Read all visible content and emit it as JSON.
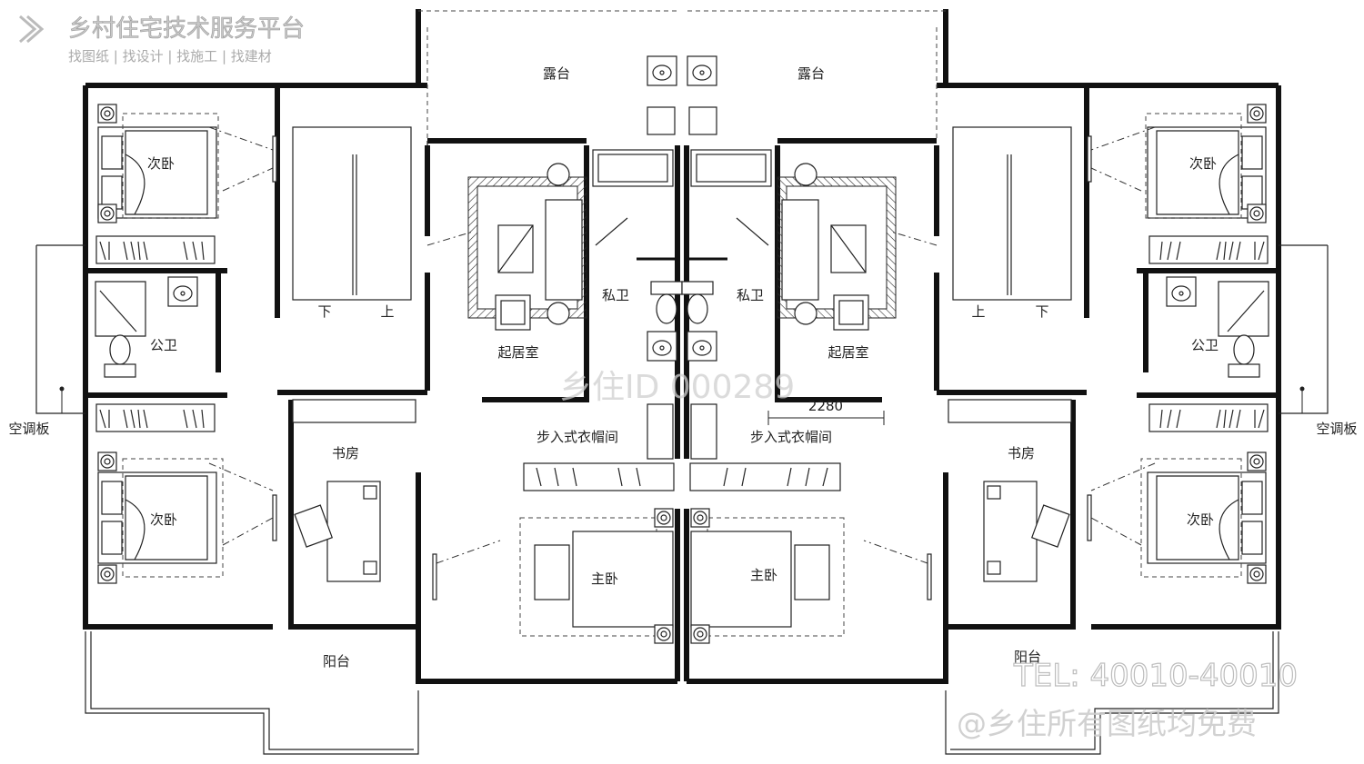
{
  "brand": {
    "title": "乡村住宅技术服务平台",
    "tagline": "找图纸 | 找设计 | 找施工 | 找建材"
  },
  "watermark": {
    "id_text": "乡住ID 000289",
    "phone": "TEL: 40010-40010",
    "free_notice": "@乡住所有图纸均免费"
  },
  "dimension": {
    "value": "2280"
  },
  "rooms": {
    "left": {
      "bedroom_upper": "次卧",
      "bedroom_lower": "次卧",
      "public_bath": "公卫",
      "study": "书房",
      "balcony": "阳台",
      "terrace": "露台",
      "living": "起居室",
      "private_bath": "私卫",
      "walk_in_closet": "步入式衣帽间",
      "master": "主卧",
      "stair_down": "下",
      "stair_up": "上",
      "ac_board": "空调板"
    },
    "right": {
      "bedroom_upper": "次卧",
      "bedroom_lower": "次卧",
      "public_bath": "公卫",
      "study": "书房",
      "balcony": "阳台",
      "terrace": "露台",
      "living": "起居室",
      "private_bath": "私卫",
      "walk_in_closet": "步入式衣帽间",
      "master": "主卧",
      "stair_down": "下",
      "stair_up": "上",
      "ac_board": "空调板"
    }
  }
}
